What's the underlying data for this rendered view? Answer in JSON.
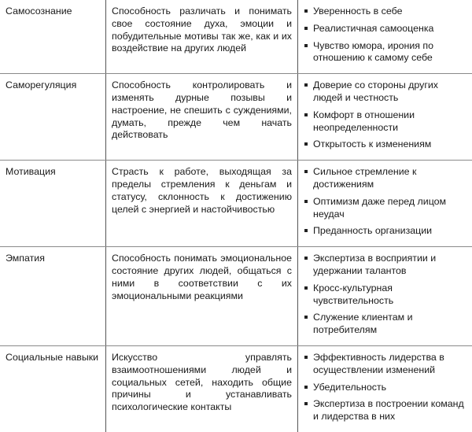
{
  "rows": [
    {
      "name": "Самосознание",
      "description": "Способность различать и понимать свое состояние духа, эмоции и побудительные мотивы так же, как и их воздействие на других людей",
      "traits": [
        "Уверенность в себе",
        "Реалистичная самооценка",
        "Чувство юмора, ирония по отношению к самому себе"
      ]
    },
    {
      "name": "Саморегуляция",
      "description": "Способность контролировать и изменять дурные позывы и настроение, не спешить с суждениями, думать, прежде чем начать действовать",
      "traits": [
        "Доверие со стороны других людей и честность",
        "Комфорт в отношении неопределенности",
        "Открытость к изменениям"
      ]
    },
    {
      "name": "Мотивация",
      "description": "Страсть к работе, выходящая за пределы стремления к деньгам и статусу, склонность к достижению целей с энергией и настойчивостью",
      "traits": [
        "Сильное стремление к достижениям",
        "Оптимизм даже перед лицом неудач",
        "Преданность организации"
      ]
    },
    {
      "name": "Эмпатия",
      "description": "Способность понимать эмоциональное состояние других людей, общаться с ними в соответствии с их эмоциональными реакциями",
      "traits": [
        "Экспертиза в восприятии и удержании талантов",
        "Кросс-культурная чувствительность",
        "Служение клиентам и потребителям"
      ]
    },
    {
      "name": "Социальные навыки",
      "description": "Искусство управлять взаимоотношениями людей и социальных сетей, находить общие причины и устанавливать психологические контакты",
      "traits": [
        "Эффективность лидерства в осуществлении изменений",
        "Убедительность",
        "Экспертиза в построении команд и лидерства в них"
      ]
    }
  ]
}
